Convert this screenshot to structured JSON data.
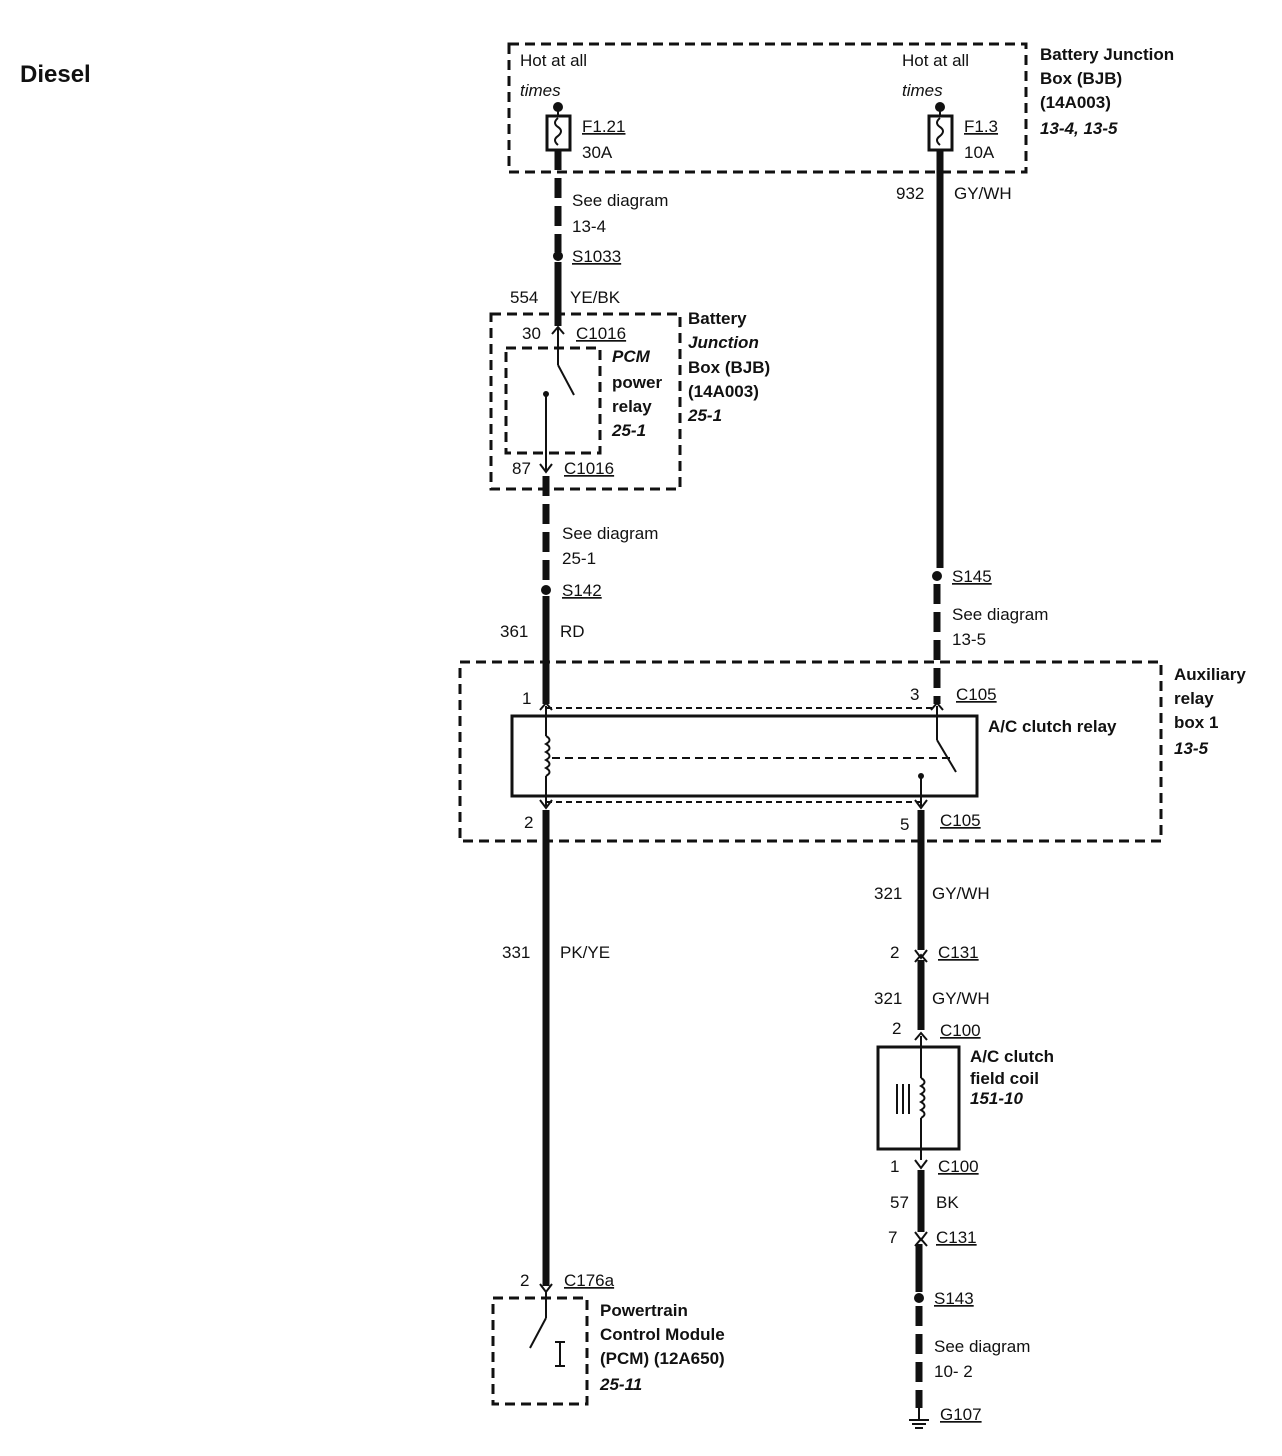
{
  "title": "Diesel",
  "bjb_top": {
    "name_lines": [
      "Battery Junction",
      "Box (BJB)",
      "(14A003)"
    ],
    "ref": "13-4, 13-5",
    "left_hot": [
      "Hot at all",
      "times"
    ],
    "right_hot": [
      "Hot at all",
      "times"
    ],
    "fuse_left": {
      "id": "F1.21",
      "rating": "30A"
    },
    "fuse_right": {
      "id": "F1.3",
      "rating": "10A"
    }
  },
  "left_branch": {
    "see1": [
      "See diagram",
      "13-4"
    ],
    "splice1": "S1033",
    "wire1": {
      "circuit": "554",
      "color": "YE/BK"
    },
    "relay_pin_in": {
      "pin": "30",
      "connector": "C1016"
    },
    "relay_label": [
      "PCM",
      "power",
      "relay",
      "25-1"
    ],
    "bjb_label": [
      "Battery",
      "Junction",
      "Box (BJB)",
      "(14A003)",
      "25-1"
    ],
    "relay_pin_out": {
      "pin": "87",
      "connector": "C1016"
    },
    "see2": [
      "See diagram",
      "25-1"
    ],
    "splice2": "S142",
    "wire2": {
      "circuit": "361",
      "color": "RD"
    }
  },
  "right_branch": {
    "wire1": {
      "circuit": "932",
      "color": "GY/WH"
    },
    "splice1": "S145",
    "see1": [
      "See diagram",
      "13-5"
    ]
  },
  "aux_box": {
    "name_lines": [
      "Auxiliary",
      "relay",
      "box 1"
    ],
    "ref": "13-5",
    "relay_name": "A/C clutch relay",
    "pin1": "1",
    "pin3": {
      "pin": "3",
      "connector": "C105"
    },
    "pin2": "2",
    "pin5": {
      "pin": "5",
      "connector": "C105"
    }
  },
  "lower_left": {
    "wire": {
      "circuit": "331",
      "color": "PK/YE"
    },
    "pcm_pin": {
      "pin": "2",
      "connector": "C176a"
    },
    "pcm_label": [
      "Powertrain",
      "Control Module",
      "(PCM) (12A650)"
    ],
    "pcm_ref": "25-11"
  },
  "lower_right": {
    "wire_a": {
      "circuit": "321",
      "color": "GY/WH"
    },
    "c131_top": {
      "pin": "2",
      "connector": "C131"
    },
    "wire_b": {
      "circuit": "321",
      "color": "GY/WH"
    },
    "c100_top": {
      "pin": "2",
      "connector": "C100"
    },
    "coil_label": [
      "A/C clutch",
      "field coil"
    ],
    "coil_ref": "151-10",
    "c100_bottom": {
      "pin": "1",
      "connector": "C100"
    },
    "wire_c": {
      "circuit": "57",
      "color": "BK"
    },
    "c131_bottom": {
      "pin": "7",
      "connector": "C131"
    },
    "splice": "S143",
    "see": [
      "See diagram",
      "10- 2"
    ],
    "ground": "G107"
  }
}
